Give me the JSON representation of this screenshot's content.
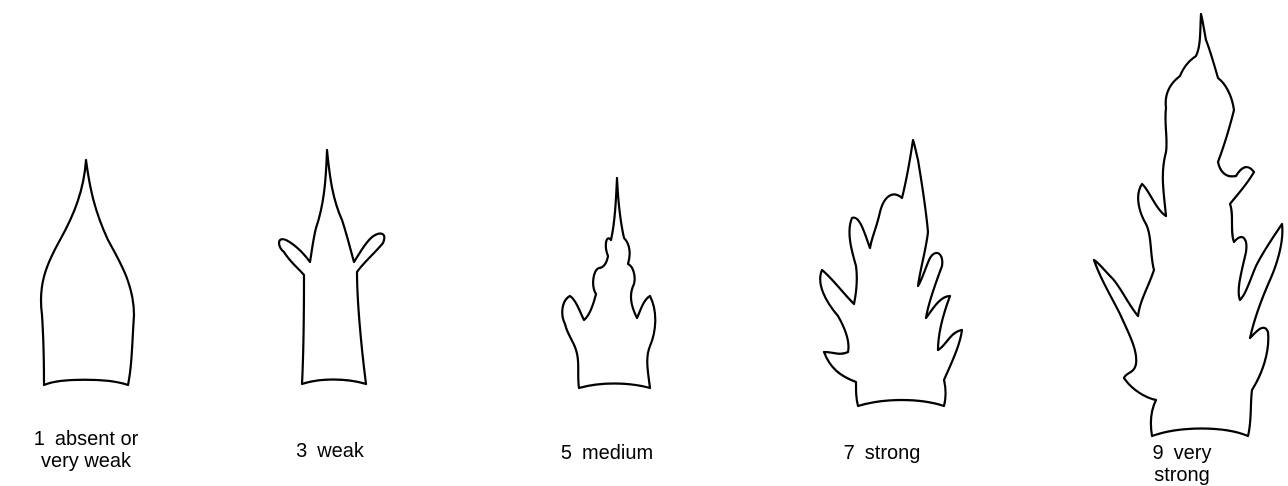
{
  "levels": [
    {
      "number": "1",
      "text": "absent or\nvery weak"
    },
    {
      "number": "3",
      "text": "weak"
    },
    {
      "number": "5",
      "text": "medium"
    },
    {
      "number": "7",
      "text": "strong"
    },
    {
      "number": "9",
      "text": "very strong"
    }
  ]
}
